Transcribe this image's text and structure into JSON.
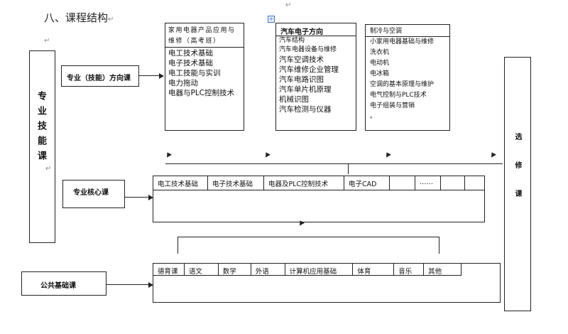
{
  "heading": "八、课程结构",
  "para_mark": "↵",
  "left_vertical": {
    "text": "专业技能课"
  },
  "direction_label": "专业（技能）方向课",
  "core_label": "专业核心课",
  "public_label": "公共基础课",
  "elective_label": {
    "text": "选修课"
  },
  "col1": {
    "title": "家用电器产品应用与维修（高考班）",
    "items": [
      "电工技术基础",
      "电子技术基础",
      "电工技能与实训",
      "电力拖动",
      "电器与PLC控制技术"
    ]
  },
  "col2": {
    "title": "汽车电子方向",
    "items": [
      "汽车结构",
      "汽车电器设备与维修",
      "汽车空调技术",
      "汽车维修企业管理",
      "汽车电路识图",
      "汽车单片机原理",
      "机械识图",
      "汽车检测与仪器"
    ]
  },
  "col3": {
    "items": [
      "制冷与空调",
      "小家用电器基础与维修",
      "洗衣机",
      "电动机",
      "电冰箱",
      "空调的基本原理与维护",
      "电气控制与PLC技术",
      "电子组装与营销",
      "。"
    ]
  },
  "core_cells": [
    "电工技术基础",
    "电子技术基础",
    "电器及PLC控制技术",
    "电子CAD",
    "",
    "……",
    "",
    ""
  ],
  "public_cells": [
    "德育课",
    "语文",
    "数学",
    "外语",
    "计算机应用基础",
    "体育",
    "音乐",
    "其他"
  ]
}
